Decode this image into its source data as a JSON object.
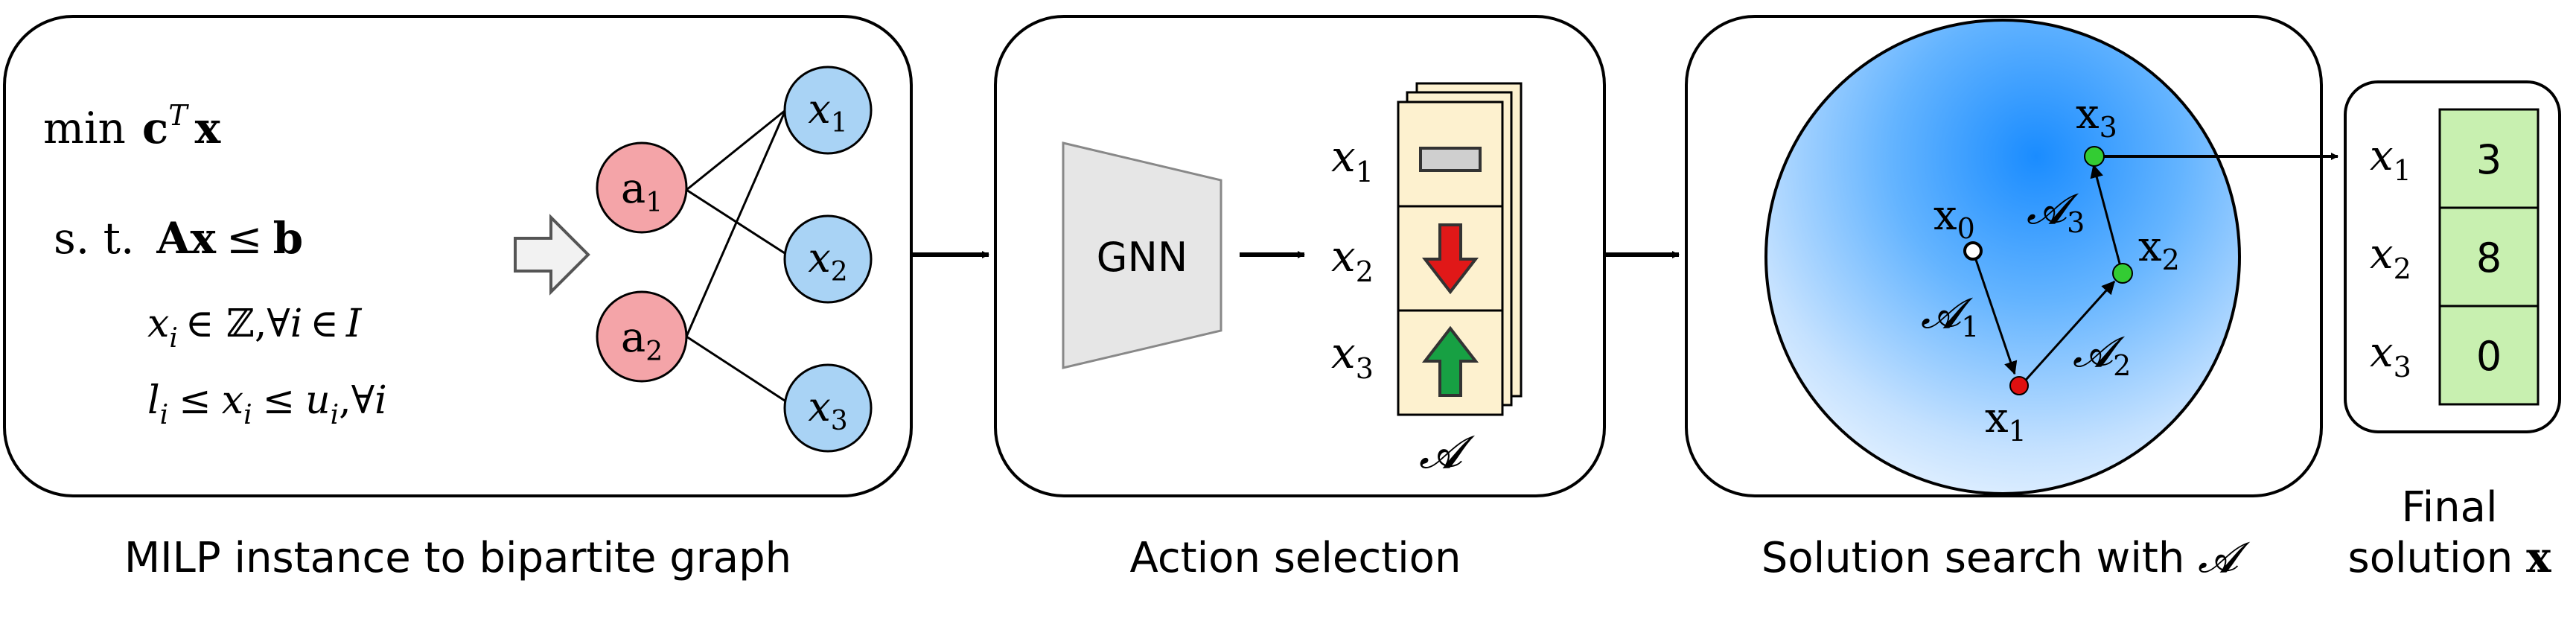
{
  "milp": {
    "caption": "MILP instance to bipartite graph",
    "objective": {
      "min": "min",
      "c": "c",
      "T": "T",
      "x": "x"
    },
    "st": {
      "label": "s. t.",
      "A": "A",
      "x": "x",
      "rel": "≤",
      "b": "b"
    },
    "integer_constraint": {
      "x": "x",
      "i": "i",
      "rest": "∈ ℤ,∀",
      "i2": "i",
      "in": "∈",
      "I": "I"
    },
    "bound_constraint": {
      "l": "l",
      "i1": "i",
      "le1": "≤",
      "x": "x",
      "i2": "i",
      "le2": "≤",
      "u": "u",
      "i3": "i",
      "rest": ",∀",
      "i4": "i"
    },
    "constraint_nodes": [
      {
        "base": "a",
        "sub": "1"
      },
      {
        "base": "a",
        "sub": "2"
      }
    ],
    "variable_nodes": [
      {
        "base": "x",
        "sub": "1"
      },
      {
        "base": "x",
        "sub": "2"
      },
      {
        "base": "x",
        "sub": "3"
      }
    ]
  },
  "action": {
    "caption": "Action selection",
    "gnn_label": "GNN",
    "rows": [
      {
        "base": "x",
        "sub": "1"
      },
      {
        "base": "x",
        "sub": "2"
      },
      {
        "base": "x",
        "sub": "3"
      }
    ],
    "set_symbol": "𝓐"
  },
  "search": {
    "caption_text": "Solution search with ",
    "caption_symbol": "𝓐",
    "points": [
      {
        "base": "x",
        "sub": "0"
      },
      {
        "base": "x",
        "sub": "1"
      },
      {
        "base": "x",
        "sub": "2"
      },
      {
        "base": "x",
        "sub": "3"
      }
    ],
    "step_labels": [
      {
        "base": "𝓐",
        "sub": "1"
      },
      {
        "base": "𝓐",
        "sub": "2"
      },
      {
        "base": "𝓐",
        "sub": "3"
      }
    ]
  },
  "final": {
    "caption_line1": "Final",
    "caption_line2": "solution ",
    "caption_x": "x",
    "rows": [
      {
        "base": "x",
        "sub": "1",
        "value": "3"
      },
      {
        "base": "x",
        "sub": "2",
        "value": "8"
      },
      {
        "base": "x",
        "sub": "3",
        "value": "0"
      }
    ]
  },
  "colors": {
    "constraint_node": "#f4a4a8",
    "variable_node": "#a9d3f5",
    "gnn_fill": "#e6e6e6",
    "card_fill": "#fdf1cf",
    "value_cell": "#c8f0b0",
    "down_arrow": "#e01818",
    "up_arrow": "#17a043",
    "point_red": "#e01010",
    "point_green": "#33cc33",
    "gradient_center": "#1e90ff"
  }
}
